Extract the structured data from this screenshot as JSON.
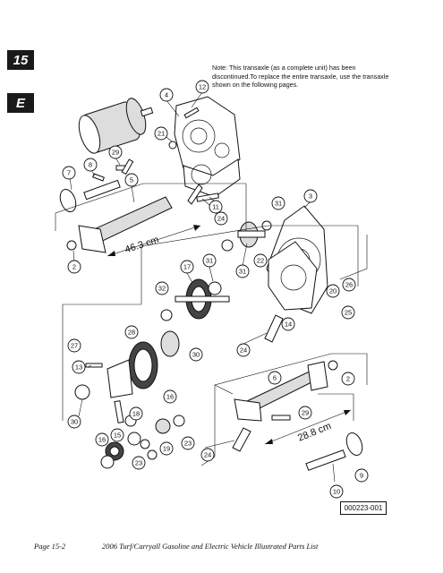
{
  "section_tab": "15",
  "letter_tab": "E",
  "note": "Note: This transaxle (as a complete unit) has been discontinued.To replace the entire transaxle, use the transaxle shown on the following pages.",
  "measurements": {
    "left_axle": "46.3 cm",
    "right_axle": "28.8 cm"
  },
  "doc_id": "000223-001",
  "footer": {
    "page": "Page 15-2",
    "title": "2006 Turf/Carryall Gasoline and Electric Vehicle Illustrated Parts List"
  },
  "callouts": {
    "c4": "4",
    "c12": "12",
    "c21": "21",
    "c29": "29",
    "c8": "8",
    "c7": "7",
    "c5": "5",
    "c24a": "24",
    "c11": "11",
    "c31a": "31",
    "c3": "3",
    "c2a": "2",
    "c17": "17",
    "c31b": "31",
    "c31c": "31",
    "c22": "22",
    "c32": "32",
    "c20": "20",
    "c26": "26",
    "c25": "25",
    "c14": "14",
    "c28": "28",
    "c27": "27",
    "c30a": "30",
    "c24b": "24",
    "c13": "13",
    "c6": "6",
    "c2b": "2",
    "c16a": "16",
    "c18": "18",
    "c29b": "29",
    "c15": "15",
    "c30b": "30",
    "c16b": "16",
    "c19": "19",
    "c23a": "23",
    "c23b": "23",
    "c24c": "24",
    "c9": "9",
    "c10": "10"
  }
}
